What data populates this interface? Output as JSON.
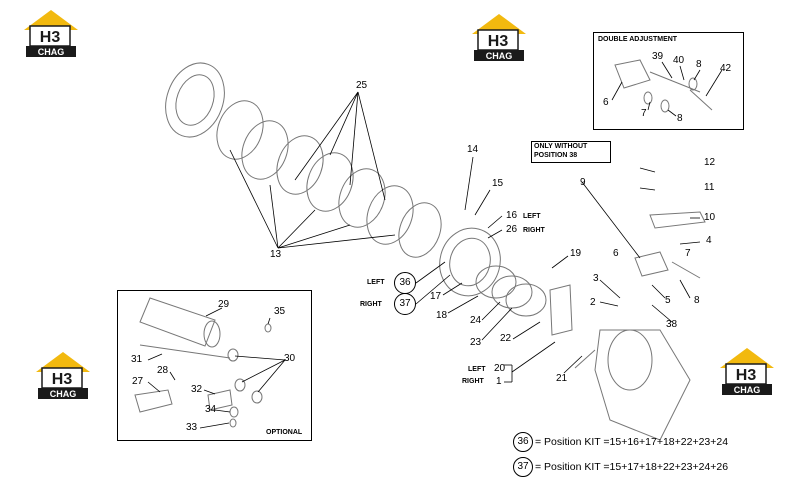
{
  "logo": {
    "top_text": "H3",
    "bottom_text": "CHAG",
    "accent": "#f2b90f",
    "dark": "#1a1a1a"
  },
  "double_adjustment": {
    "title": "DOUBLE ADJUSTMENT",
    "labels": [
      "39",
      "40",
      "8",
      "42",
      "6",
      "7",
      "8"
    ]
  },
  "only_without": {
    "line1": "ONLY WITHOUT",
    "line2": "POSITION 38"
  },
  "optional": {
    "title": "OPTIONAL",
    "labels": [
      "29",
      "35",
      "31",
      "30",
      "27",
      "28",
      "32",
      "34",
      "33"
    ]
  },
  "labels": {
    "p25": "25",
    "p13": "13",
    "p14": "14",
    "p15": "15",
    "p16": "16",
    "p26": "26",
    "p19": "19",
    "p17": "17",
    "p18": "18",
    "p24": "24",
    "p23": "23",
    "p22": "22",
    "p20": "20",
    "p1": "1",
    "p21": "21",
    "p9": "9",
    "p12": "12",
    "p11": "11",
    "p10": "10",
    "p4": "4",
    "p6": "6",
    "p7": "7",
    "p3": "3",
    "p5": "5",
    "p2": "2",
    "p8": "8",
    "p38": "38",
    "left": "LEFT",
    "right": "RIGHT",
    "c36": "36",
    "c37": "37"
  },
  "kits": [
    {
      "num": "36",
      "text": "= Position KIT =15+16+17+18+22+23+24"
    },
    {
      "num": "37",
      "text": "= Position KIT =15+17+18+22+23+24+26"
    }
  ]
}
